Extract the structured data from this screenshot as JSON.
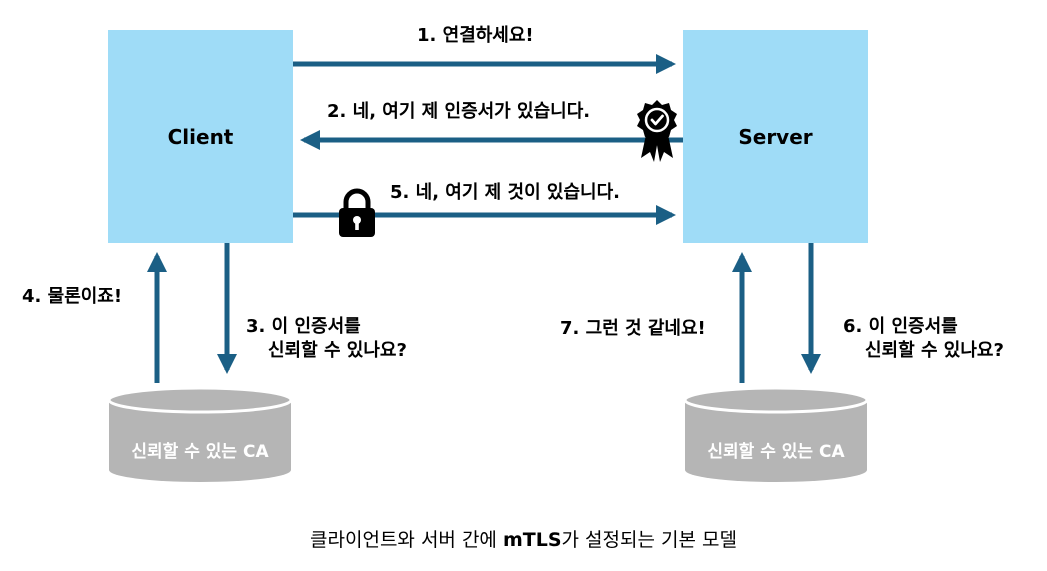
{
  "nodes": {
    "client": "Client",
    "server": "Server",
    "ca_left": "신뢰할 수 있는 CA",
    "ca_right": "신뢰할 수 있는 CA"
  },
  "steps": {
    "s1": "1. 연결하세요!",
    "s2": "2. 네, 여기 제 인증서가 있습니다.",
    "s3_line1": "3. 이 인증서를",
    "s3_line2": "신뢰할 수 있나요?",
    "s4": "4. 물론이죠!",
    "s5": "5. 네, 여기 제 것이 있습니다.",
    "s6_line1": "6. 이 인증서를",
    "s6_line2": "신뢰할 수 있나요?",
    "s7": "7. 그런 것 같네요!"
  },
  "caption": {
    "before": "클라이언트와 서버 간에 ",
    "bold": "mTLS",
    "after": "가 설정되는 기본 모델"
  },
  "colors": {
    "box": "#9fdcf7",
    "arrow": "#1b5f85",
    "database": "#b5b5b5"
  },
  "icons": [
    "certificate-badge-icon",
    "padlock-icon",
    "database-icon"
  ]
}
